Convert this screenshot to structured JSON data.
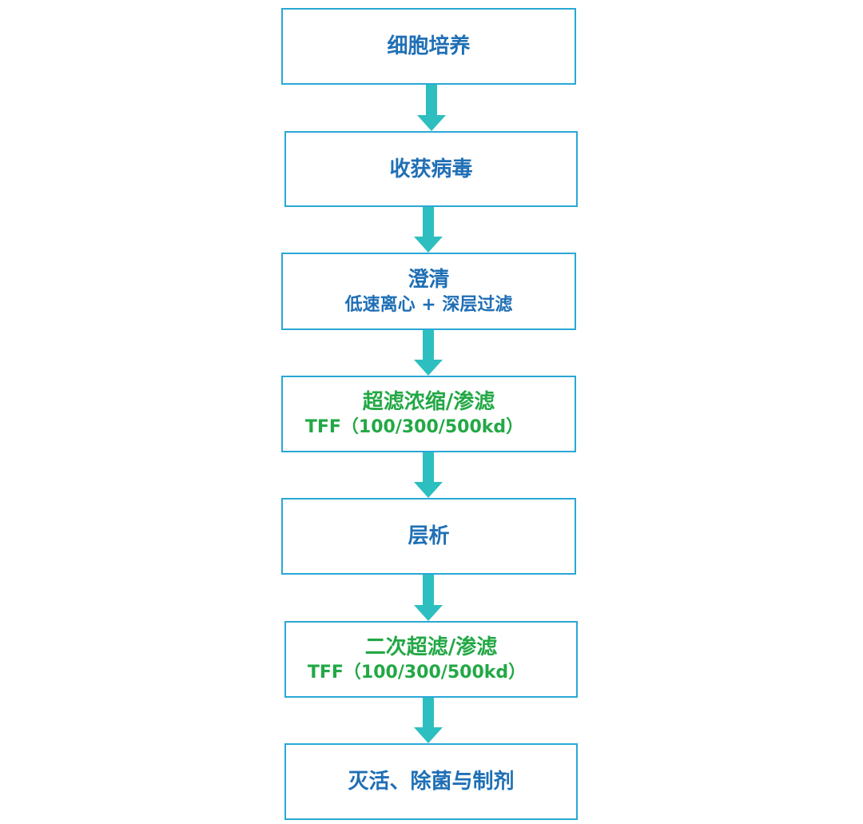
{
  "colors": {
    "border": "#29A8D6",
    "arrow": "#2DBFC0",
    "text_blue": "#1F6FB5",
    "text_green": "#22A845"
  },
  "steps": [
    {
      "line1": "细胞培养",
      "line2": ""
    },
    {
      "line1": "收获病毒",
      "line2": ""
    },
    {
      "line1": "澄清",
      "line2": "低速离心 + 深层过滤"
    },
    {
      "line1": "超滤浓缩/渗滤",
      "line2": "TFF（100/300/500kd）"
    },
    {
      "line1": "层析",
      "line2": ""
    },
    {
      "line1": "二次超滤/渗滤",
      "line2": "TFF（100/300/500kd）"
    },
    {
      "line1": "灭活、除菌与制剂",
      "line2": ""
    }
  ]
}
